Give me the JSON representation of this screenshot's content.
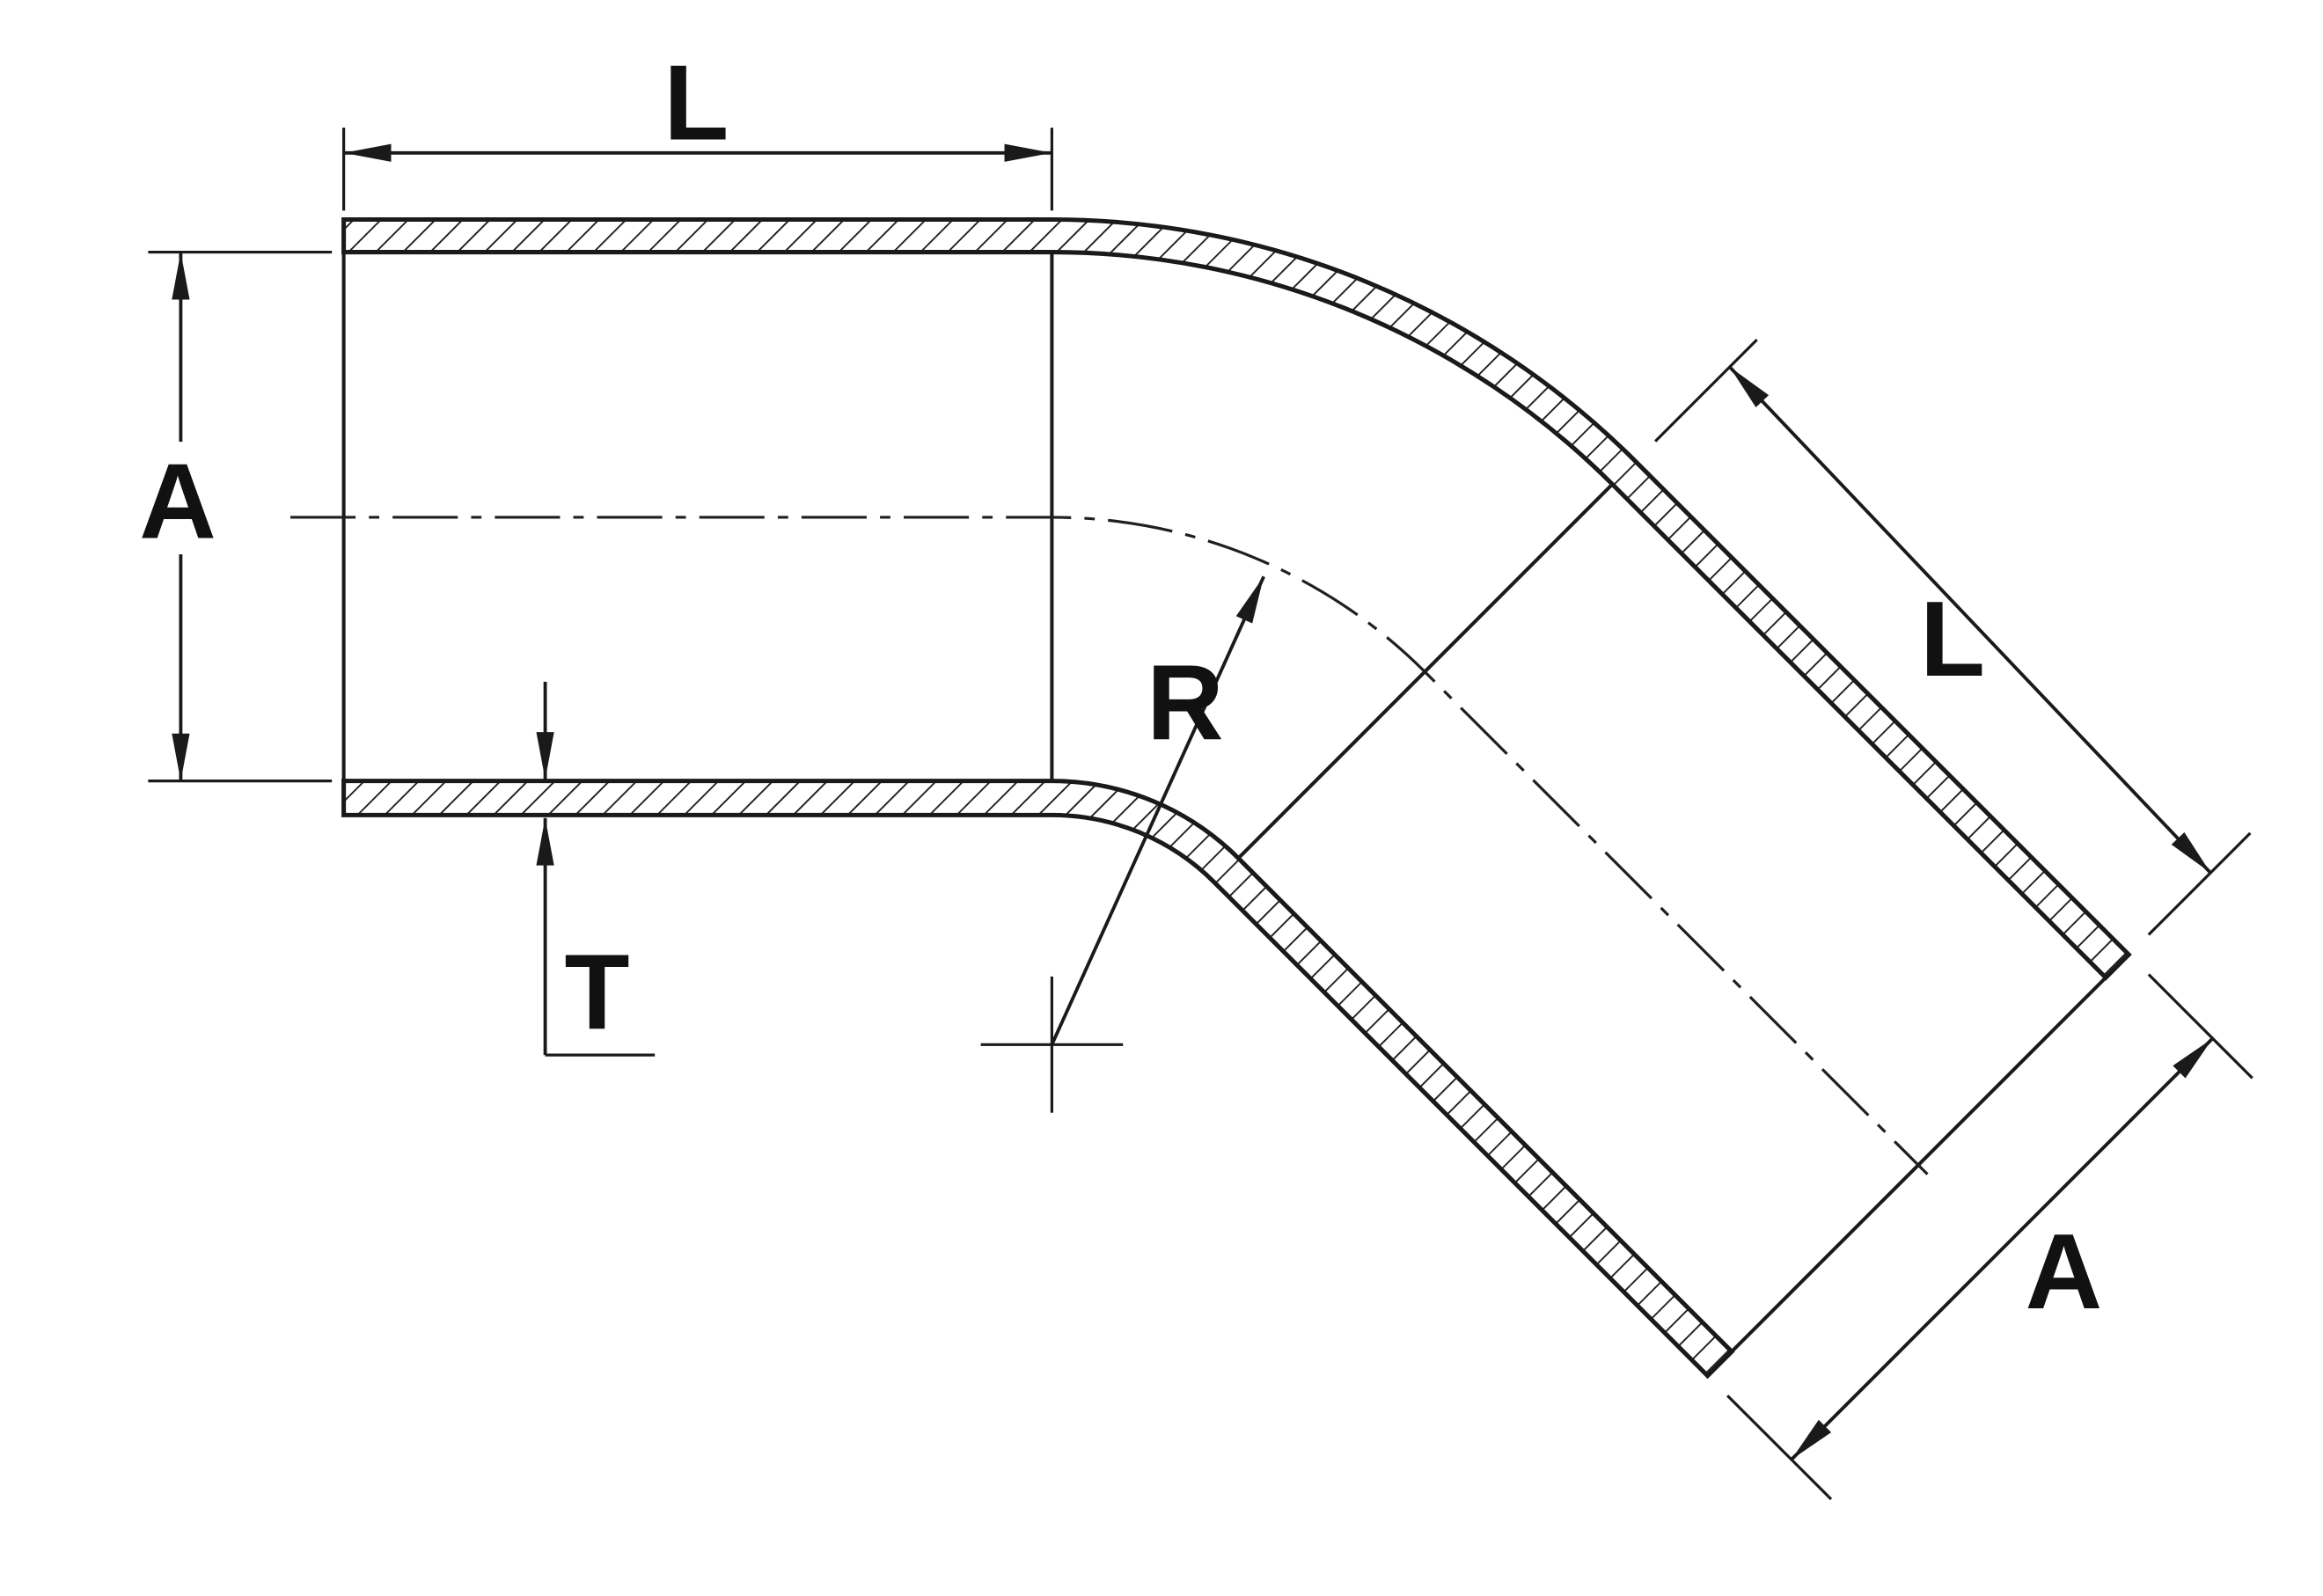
{
  "diagram": {
    "labels": {
      "length_top": "L",
      "diameter_left": "A",
      "wall_thickness": "T",
      "bend_radius": "R",
      "length_angled": "L",
      "diameter_angled": "A"
    },
    "colors": {
      "line": "#1a1a1a",
      "background": "#ffffff"
    }
  }
}
